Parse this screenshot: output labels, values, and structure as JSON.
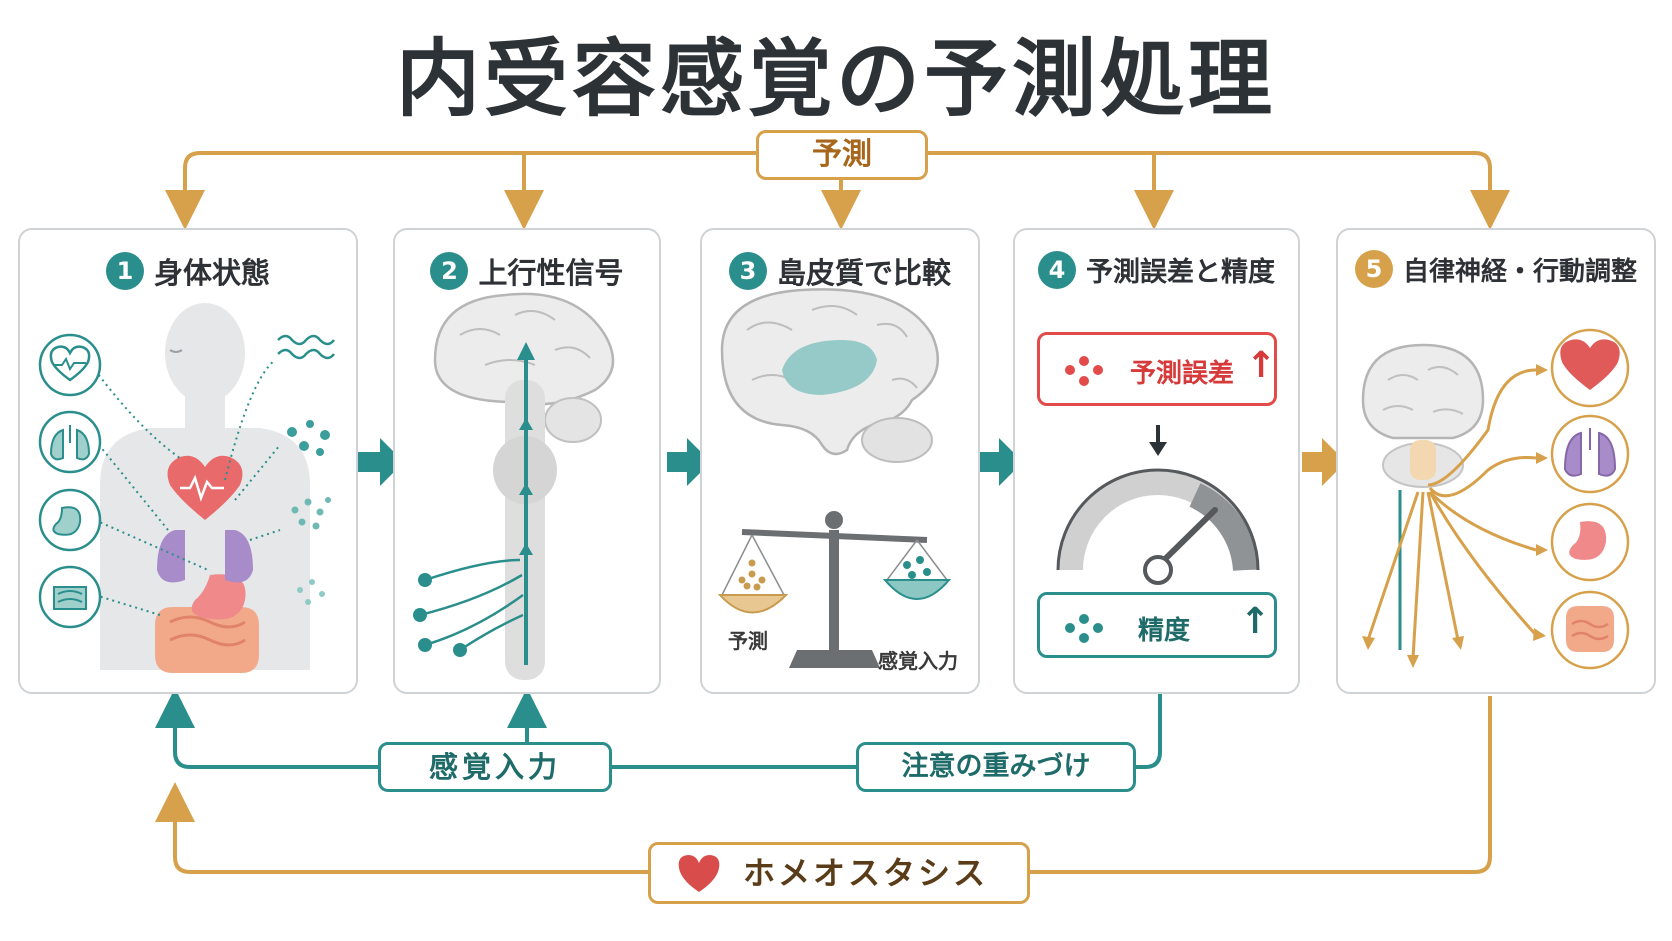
{
  "title": "内受容感覚の予測処理",
  "top_flow": {
    "label": "予測"
  },
  "panels": [
    {
      "number": "1",
      "label": "身体状態"
    },
    {
      "number": "2",
      "label": "上行性信号"
    },
    {
      "number": "3",
      "label": "島皮質で比較"
    },
    {
      "number": "4",
      "label": "予測誤差と精度"
    },
    {
      "number": "5",
      "label": "自律神経・行動調整"
    }
  ],
  "scale": {
    "left_label": "予測",
    "right_label": "感覚入力"
  },
  "error_box": {
    "label": "予測誤差",
    "arrow": "↑"
  },
  "precision_box": {
    "label": "精度",
    "arrow": "↑"
  },
  "bottom_flow": {
    "sensory_label": "感覚入力",
    "attention_label": "注意の重みづけ",
    "homeostasis_label": "ホメオスタシス"
  },
  "colors": {
    "teal": "#2a8f8c",
    "orange": "#d7a04a",
    "red": "#e34a4a",
    "dark": "#2d3236"
  },
  "icons": [
    "heart-icon",
    "lungs-icon",
    "stomach-icon",
    "intestine-icon",
    "brain-icon",
    "balance-scale-icon",
    "gauge-icon",
    "down-arrow-icon"
  ]
}
